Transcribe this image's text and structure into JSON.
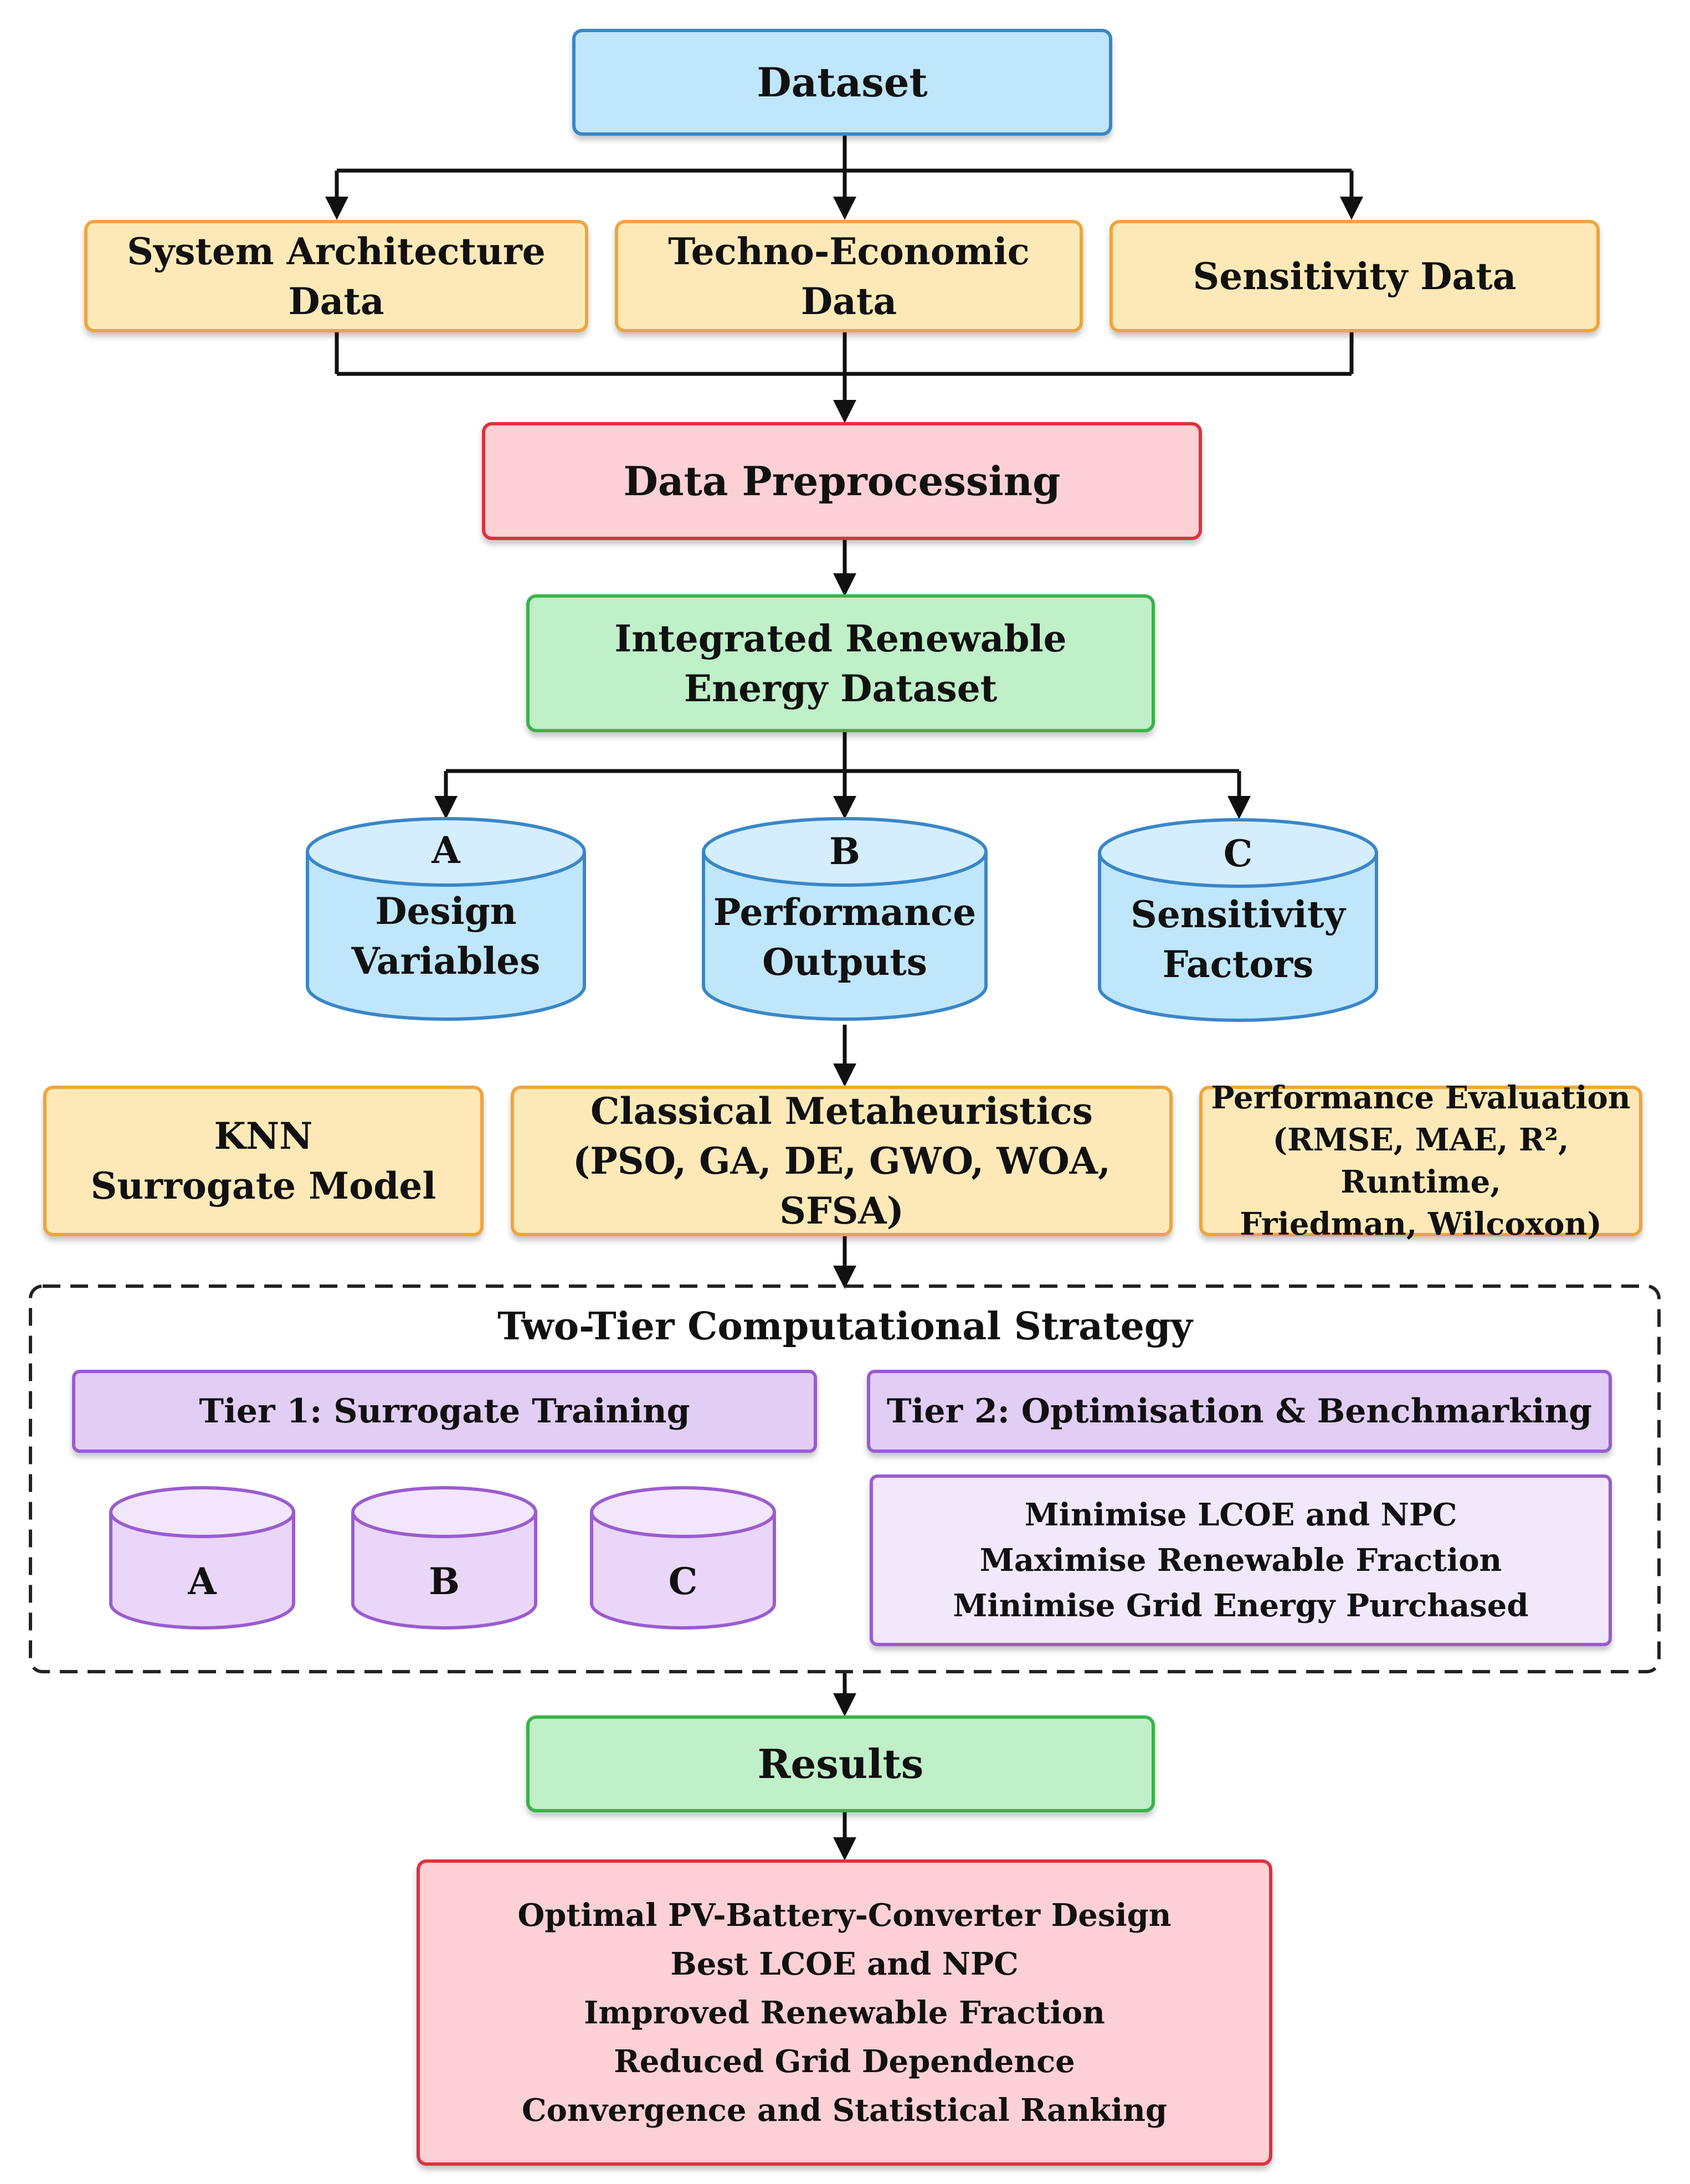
{
  "dataset": {
    "label": "Dataset"
  },
  "sources": [
    {
      "label": "System Architecture Data"
    },
    {
      "label": "Techno-Economic Data"
    },
    {
      "label": "Sensitivity Data"
    }
  ],
  "preprocessing": {
    "label": "Data Preprocessing"
  },
  "integrated": {
    "lines": [
      "Integrated Renewable",
      "Energy Dataset"
    ]
  },
  "stores": [
    {
      "letter": "A",
      "lines": [
        "Design",
        "Variables"
      ]
    },
    {
      "letter": "B",
      "lines": [
        "Performance",
        "Outputs"
      ]
    },
    {
      "letter": "C",
      "lines": [
        "Sensitivity",
        "Factors"
      ]
    }
  ],
  "knn": {
    "lines": [
      "KNN",
      "Surrogate Model"
    ]
  },
  "metaheuristics": {
    "lines": [
      "Classical Metaheuristics",
      "(PSO, GA, DE, GWO, WOA, SFSA)"
    ]
  },
  "evaluation": {
    "lines": [
      "Performance Evaluation",
      "(RMSE, MAE, R², Runtime,",
      "Friedman, Wilcoxon)"
    ]
  },
  "strategy": {
    "title": "Two-Tier Computational Strategy",
    "tier1": {
      "label": "Tier 1: Surrogate Training",
      "cylinders": [
        "A",
        "B",
        "C"
      ]
    },
    "tier2": {
      "label": "Tier 2: Optimisation & Benchmarking",
      "objectives": [
        "Minimise LCOE and NPC",
        "Maximise Renewable Fraction",
        "Minimise Grid Energy Purchased"
      ]
    }
  },
  "results": {
    "label": "Results"
  },
  "outcomes": {
    "lines": [
      "Optimal PV-Battery-Converter Design",
      "Best LCOE and NPC",
      "Improved Renewable Fraction",
      "Reduced Grid Dependence",
      "Convergence and Statistical Ranking"
    ]
  },
  "colors": {
    "blue_fill": "#bfe6fb",
    "blue_border": "#3a86c8",
    "orange_fill": "#fde9b8",
    "orange_border": "#f0a43a",
    "red_fill": "#fcd0d4",
    "red_border": "#e0303e",
    "green_fill": "#bff0c7",
    "green_border": "#39b34a",
    "purple_fill": "#e2cdf5",
    "purple_border": "#9a5ccf"
  }
}
